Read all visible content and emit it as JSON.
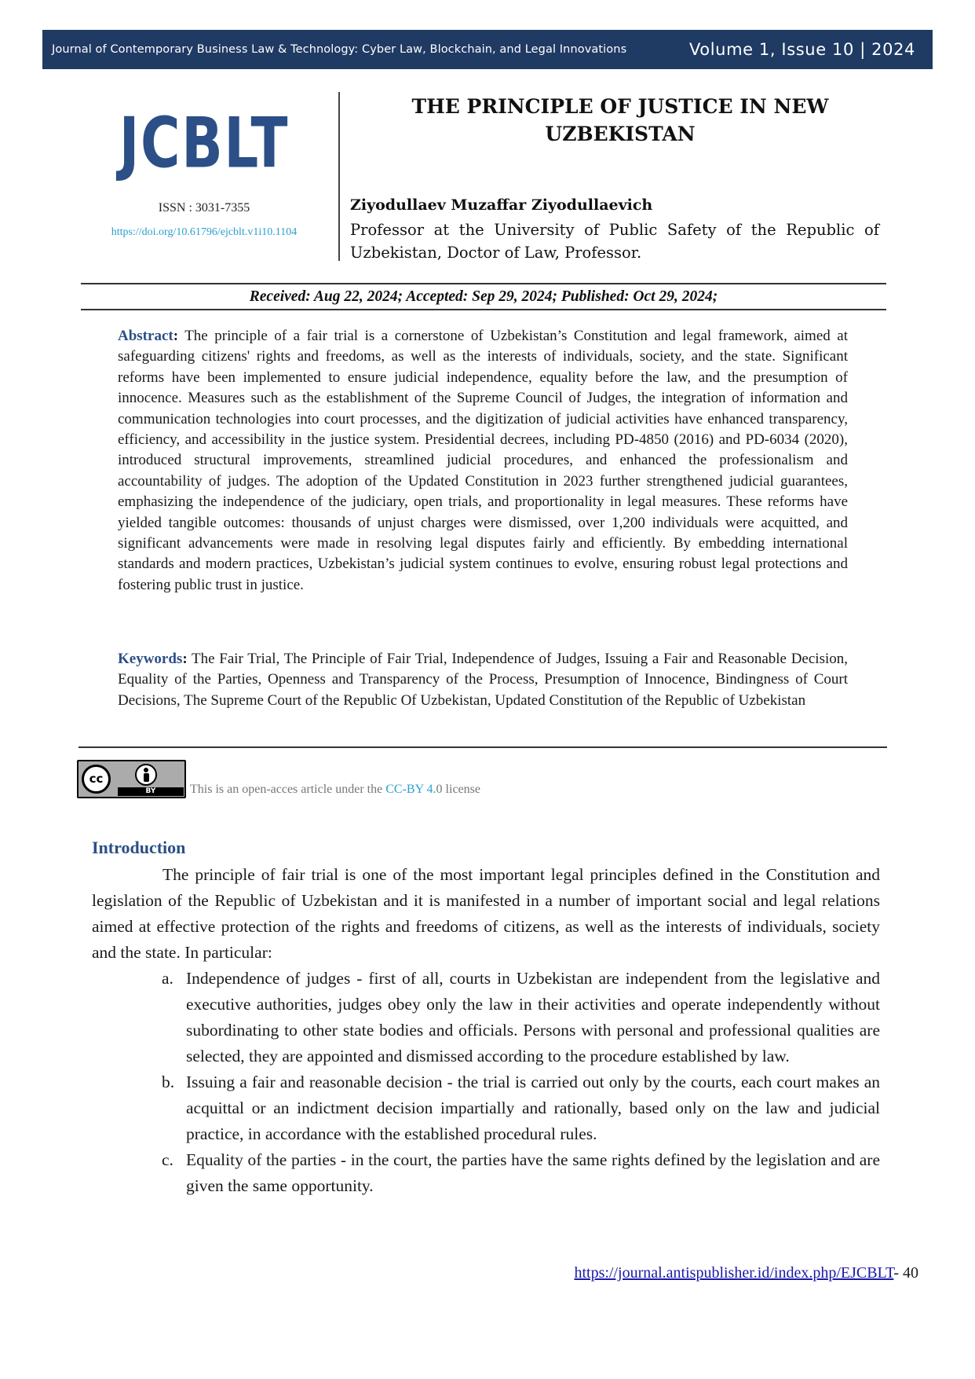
{
  "header": {
    "journal": "Journal of Contemporary Business Law & Technology: Cyber Law, Blockchain, and Legal Innovations",
    "volume": "Volume 1, Issue 10 | 2024"
  },
  "logo": {
    "text": "JCBLT"
  },
  "issn": "ISSN : 3031-7355",
  "doi": "https://doi.org/10.61796/ejcblt.v1i10.1104",
  "title_line1": "THE PRINCIPLE OF JUSTICE IN NEW",
  "title_line2": "UZBEKISTAN",
  "author": {
    "name": "Ziyodullaev Muzaffar Ziyodullaevich",
    "affiliation": "Professor at the University of Public Safety of the Republic of Uzbekistan, Doctor of Law, Professor."
  },
  "dates": "Received: Aug 22, 2024; Accepted: Sep 29, 2024; Published: Oct 29, 2024;",
  "abstract": {
    "label": "Abstract",
    "colon": ":",
    "text": " The principle of a fair trial is a cornerstone of Uzbekistan’s Constitution and legal framework, aimed at safeguarding citizens' rights and freedoms, as well as the interests of individuals, society, and the state. Significant reforms have been implemented to ensure judicial independence, equality before the law, and the presumption of innocence. Measures such as the establishment of the Supreme Council of Judges, the integration of information and communication technologies into court processes, and the digitization of judicial activities have enhanced transparency, efficiency, and accessibility in the justice system. Presidential decrees, including PD-4850 (2016) and PD-6034 (2020), introduced structural improvements, streamlined judicial procedures, and enhanced the professionalism and accountability of judges. The adoption of the Updated Constitution in 2023 further strengthened judicial guarantees, emphasizing the independence of the judiciary, open trials, and proportionality in legal measures. These reforms have yielded tangible outcomes: thousands of unjust charges were dismissed, over 1,200 individuals were acquitted, and significant advancements were made in resolving legal disputes fairly and efficiently. By embedding international standards and modern practices, Uzbekistan’s judicial system continues to evolve, ensuring robust legal protections and fostering public trust in justice."
  },
  "keywords": {
    "label": "Keywords",
    "colon": ":",
    "text": " The Fair Trial, The Principle of Fair Trial, Independence of Judges, Issuing a Fair and Reasonable Decision, Equality of the Parties, Openness and Transparency of the Process, Presumption of Innocence, Bindingness of Court Decisions, The Supreme Court of the Republic Of Uzbekistan, Updated Constitution of the Republic of Uzbekistan"
  },
  "license": {
    "badge_cc": "cc",
    "badge_by": "BY",
    "prefix": "This is an open-acces article under the ",
    "link": "CC-BY 4.",
    "suffix": "0 license"
  },
  "introduction": {
    "heading": "Introduction",
    "paragraph": "The principle of fair trial is one of the most important legal principles defined in the Constitution and legislation of the Republic of Uzbekistan and it is manifested in a number of important social and legal relations aimed at effective protection of the rights and freedoms of citizens, as well as the interests of individuals, society and the state. In particular:",
    "items": [
      {
        "marker": "a.",
        "text": "Independence of judges - first of all, courts in Uzbekistan are independent from the legislative and executive authorities, judges obey only the law in their activities and operate independently without subordinating to other state bodies and officials. Persons with personal and professional qualities are selected, they are appointed and dismissed according to the procedure established by law."
      },
      {
        "marker": "b.",
        "text": "Issuing a fair and reasonable decision - the trial is carried out only by the courts, each court makes an acquittal or an indictment decision impartially and rationally, based only on the law and judicial practice, in accordance with the established procedural rules."
      },
      {
        "marker": "c.",
        "text": "Equality of the parties - in the court, the parties have the same rights defined by the legislation and are given the same opportunity."
      }
    ]
  },
  "footer": {
    "url": "https://journal.antispublisher.id/index.php/EJCBLT",
    "page": "- 40"
  }
}
